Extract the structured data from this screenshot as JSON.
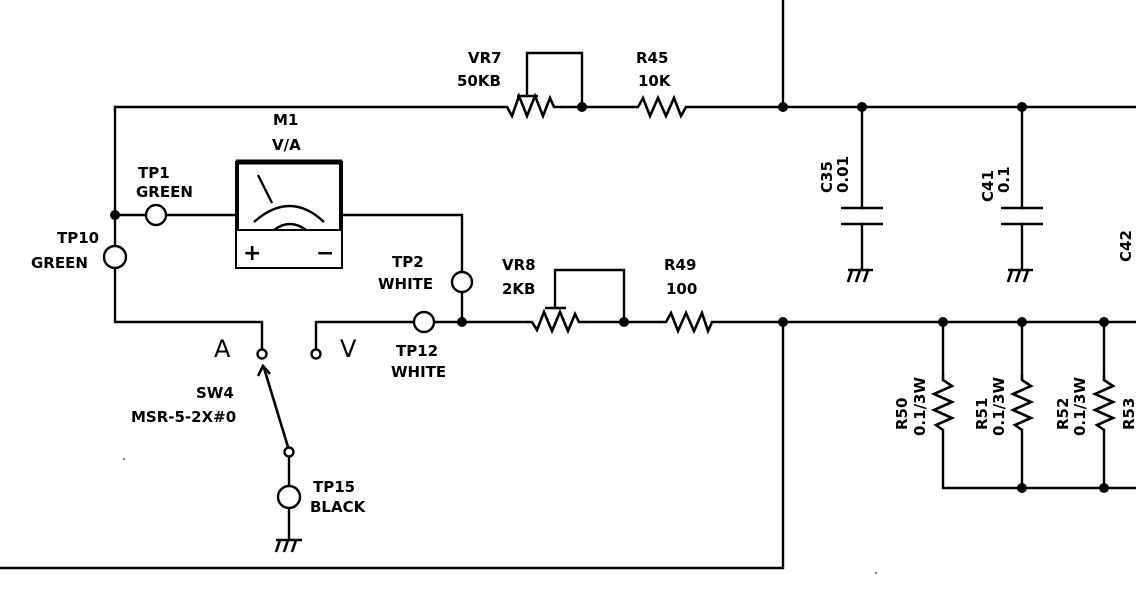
{
  "diagram": {
    "type": "electrical-schematic",
    "background_color": "#ffffff",
    "line_color": "#000000"
  },
  "components": {
    "vr7": {
      "ref": "VR7",
      "value": "50KB"
    },
    "r45": {
      "ref": "R45",
      "value": "10K"
    },
    "vr8": {
      "ref": "VR8",
      "value": "2KB"
    },
    "r49": {
      "ref": "R49",
      "value": "100"
    },
    "m1": {
      "ref": "M1",
      "type": "V/A",
      "plus": "+",
      "minus": "−"
    },
    "c35": {
      "ref": "C35",
      "value": "0.01"
    },
    "c41": {
      "ref": "C41",
      "value": "0.1"
    },
    "c42": {
      "ref": "C42"
    },
    "r50": {
      "ref": "R50",
      "value": "0.1/3W"
    },
    "r51": {
      "ref": "R51",
      "value": "0.1/3W"
    },
    "r52": {
      "ref": "R52",
      "value": "0.1/3W"
    },
    "r53": {
      "ref": "R53"
    },
    "sw4": {
      "ref": "SW4",
      "part": "MSR-5-2X#0",
      "pos_a": "A",
      "pos_v": "V"
    }
  },
  "test_points": {
    "tp1": {
      "ref": "TP1",
      "color": "GREEN"
    },
    "tp10": {
      "ref": "TP10",
      "color": "GREEN"
    },
    "tp2": {
      "ref": "TP2",
      "color": "WHITE"
    },
    "tp12": {
      "ref": "TP12",
      "color": "WHITE"
    },
    "tp15": {
      "ref": "TP15",
      "color": "BLACK"
    }
  }
}
